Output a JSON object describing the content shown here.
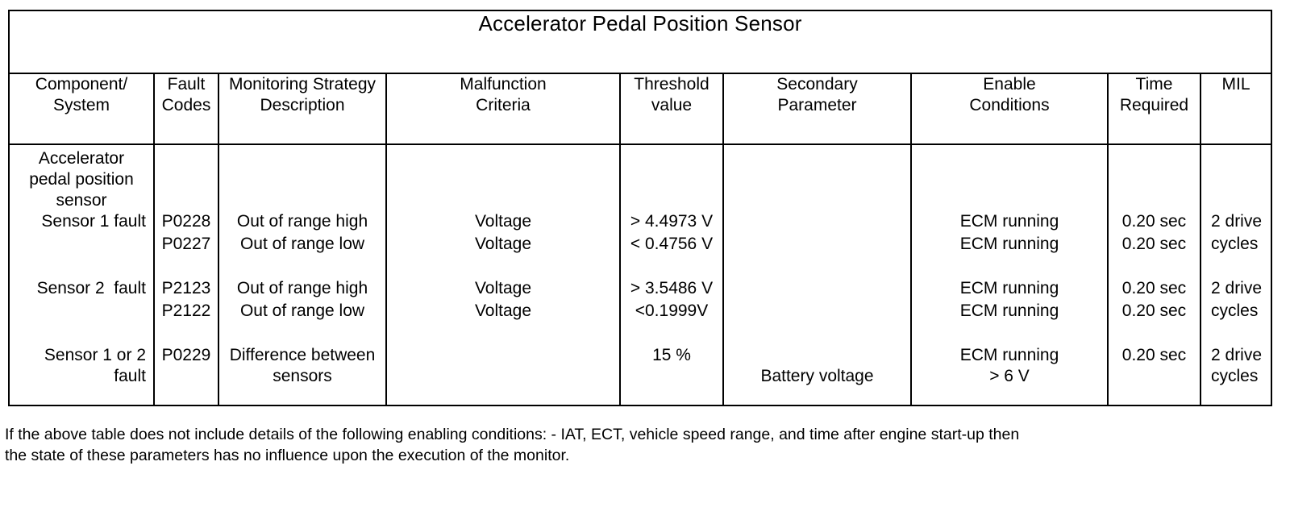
{
  "table": {
    "title": "Accelerator Pedal Position Sensor",
    "headers": [
      {
        "line1": "Component/",
        "line2": "System"
      },
      {
        "line1": "Fault",
        "line2": "Codes"
      },
      {
        "line1": "Monitoring Strategy",
        "line2": "Description"
      },
      {
        "line1": "Malfunction",
        "line2": "Criteria"
      },
      {
        "line1": "Threshold",
        "line2": "value"
      },
      {
        "line1": "Secondary",
        "line2": "Parameter"
      },
      {
        "line1": "Enable",
        "line2": "Conditions"
      },
      {
        "line1": "Time",
        "line2": "Required"
      },
      {
        "line1": "MIL",
        "line2": ""
      }
    ],
    "component": {
      "heading_line1": "Accelerator",
      "heading_line2": "pedal position",
      "heading_line3": "sensor",
      "sensor1_label": "Sensor 1 fault",
      "sensor2_label": "Sensor 2  fault",
      "sensor12_label_line1": "Sensor 1 or 2",
      "sensor12_label_line2": "fault"
    },
    "fault_codes": {
      "c1": "P0228",
      "c2": "P0227",
      "c3": "P2123",
      "c4": "P2122",
      "c5": "P0229"
    },
    "monitoring_strategy": {
      "m1": "Out of range high",
      "m2": "Out of range low",
      "m3": "Out of range high",
      "m4": "Out of range low",
      "m5_line1": "Difference between",
      "m5_line2": "sensors"
    },
    "malfunction_criteria": {
      "f1": "Voltage",
      "f2": "Voltage",
      "f3": "Voltage",
      "f4": "Voltage",
      "f5": ""
    },
    "threshold_value": {
      "t1": "> 4.4973 V",
      "t2": "< 0.4756 V",
      "t3": "> 3.5486 V",
      "t4": "<0.1999V",
      "t5": "15 %"
    },
    "secondary_parameter": {
      "s1": "",
      "s2": "",
      "s3": "",
      "s4": "",
      "s5": "Battery voltage"
    },
    "enable_conditions": {
      "e1": "ECM running",
      "e2": "ECM running",
      "e3": "ECM running",
      "e4": "ECM running",
      "e5_line1": "ECM running",
      "e5_line2": "> 6 V"
    },
    "time_required": {
      "r1": "0.20 sec",
      "r2": "0.20 sec",
      "r3": "0.20 sec",
      "r4": "0.20 sec",
      "r5": "0.20 sec"
    },
    "mil": {
      "g1_line1": "2 drive",
      "g1_line2": "cycles",
      "g2_line1": "2 drive",
      "g2_line2": "cycles",
      "g3_line1": "2 drive",
      "g3_line2": "cycles"
    }
  },
  "footnote": {
    "text": "If the above table does not include details of the following enabling conditions: - IAT, ECT, vehicle speed range, and time after engine start-up then\nthe state of these parameters has no influence upon the execution of the monitor."
  },
  "colors": {
    "background": "#ffffff",
    "text": "#000000",
    "border": "#000000"
  }
}
